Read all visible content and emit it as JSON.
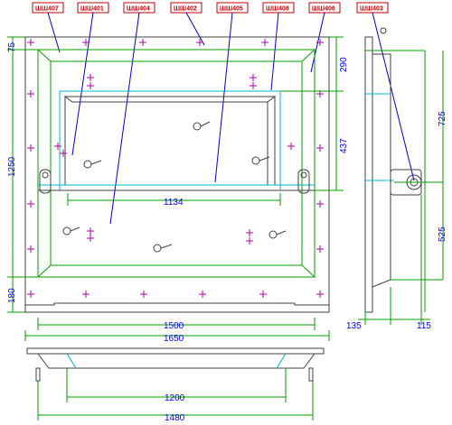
{
  "part_tags": [
    "ШШ407",
    "ШШ401",
    "ШШ404",
    "ШШ402",
    "ШШ405",
    "ШШ408",
    "ШШ406",
    "ШШ403"
  ],
  "dimensions": {
    "left_top": "75",
    "left_main": "1250",
    "left_bottom": "180",
    "right_upper": "290",
    "right_mid": "437",
    "window_width": "1134",
    "overall_inner": "1500",
    "overall_outer": "1650",
    "side_upper": "725",
    "side_lower": "525",
    "side_depth": "135",
    "side_flange": "115",
    "bottom_inner": "1200",
    "bottom_outer": "1480"
  },
  "colors": {
    "tag": "#c00000",
    "dimension_text": "#0000ff",
    "leader": "#0000cc",
    "outline_cyan": "#00b8c8",
    "extension_green": "#00a000",
    "fastener": "#b000b0",
    "body": "#404040"
  }
}
